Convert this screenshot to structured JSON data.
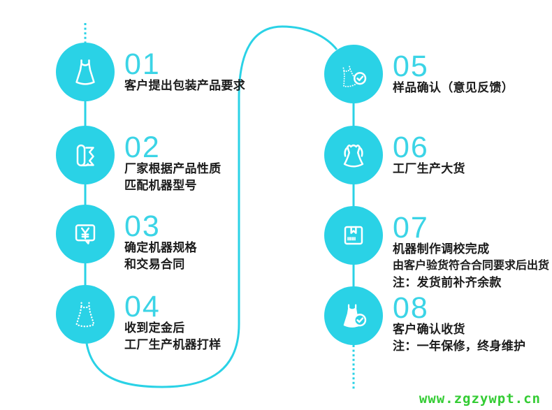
{
  "colors": {
    "accent_cyan": "#2ad2e6",
    "number_cyan": "#3bd4e6",
    "text_black": "#1b1b1b",
    "watermark_green": "#33cc33",
    "background": "#ffffff"
  },
  "watermark": {
    "text": "www.zgzywpt.cn"
  },
  "steps": [
    {
      "number": "01",
      "icon": "dress-outline-icon",
      "lines": [
        "客户提出包装产品要求"
      ]
    },
    {
      "number": "02",
      "icon": "fabric-roll-icon",
      "lines": [
        "厂家根据产品性质",
        "匹配机器型号"
      ]
    },
    {
      "number": "03",
      "icon": "price-chat-bubble-icon",
      "lines": [
        "确定机器规格",
        "和交易合同"
      ]
    },
    {
      "number": "04",
      "icon": "dress-dotted-icon",
      "lines": [
        "收到定金后",
        "工厂生产机器打样"
      ]
    },
    {
      "number": "05",
      "icon": "dress-dotted-check-icon",
      "lines": [
        "样品确认（意见反馈）"
      ]
    },
    {
      "number": "06",
      "icon": "ruffle-dress-icon",
      "lines": [
        "工厂生产大货"
      ]
    },
    {
      "number": "07",
      "icon": "package-box-icon",
      "lines": [
        "机器制作调校完成",
        "由客户验货符合合同要求后出货",
        "注：发货前补齐余款"
      ]
    },
    {
      "number": "08",
      "icon": "dress-solid-check-icon",
      "lines": [
        "客户确认收货",
        "注：一年保修，终身维护"
      ]
    }
  ]
}
